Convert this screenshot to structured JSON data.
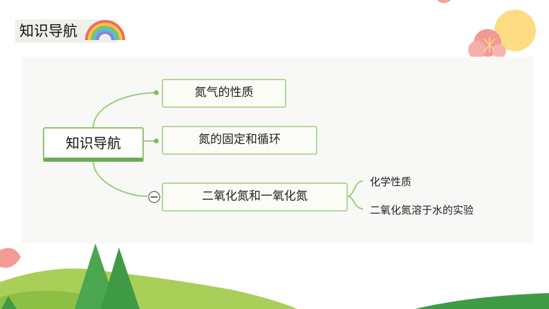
{
  "header": {
    "title": "知识导航",
    "icon": "rainbow-icon"
  },
  "mindmap": {
    "root": "知识导航",
    "branches": [
      {
        "label": "氮气的性质"
      },
      {
        "label": "氮的固定和循环"
      },
      {
        "label": "二氧化氮和一氧化氮",
        "collapse_icon": "minus-circle-icon",
        "children": [
          "化学性质",
          "二氧化氮溶于水的实验"
        ]
      }
    ]
  },
  "colors": {
    "branch_line": "#9fcb7e",
    "node_border": "#b7d59a",
    "tree": "#3f9a46",
    "hill": "#a9cf59"
  }
}
